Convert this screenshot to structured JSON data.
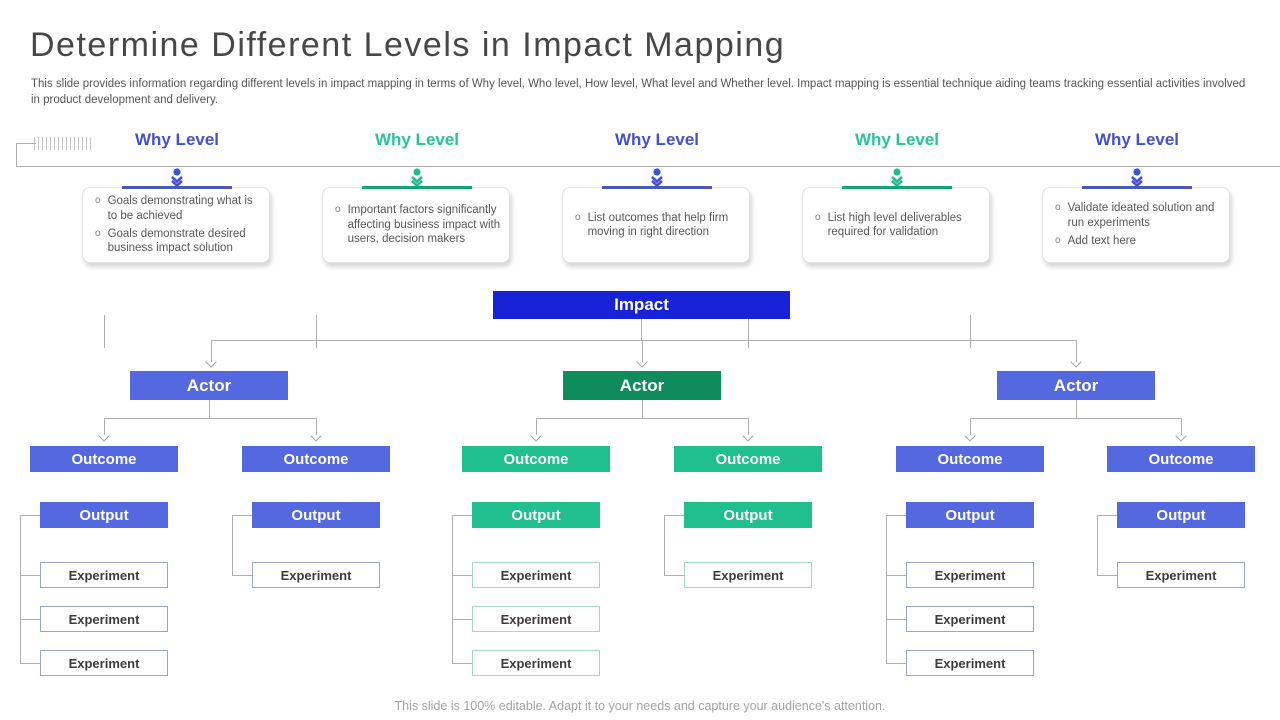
{
  "slide": {
    "title": "Determine Different Levels in Impact Mapping",
    "subtitle": "This slide provides information regarding different levels in impact mapping in terms of Why level, Who level, How level, What level and Whether level. Impact mapping is essential technique aiding teams tracking essential activities involved in product development and delivery.",
    "footer": "This slide is 100% editable. Adapt it to your needs and capture your audience's attention."
  },
  "ui": {
    "bullet_char": "o"
  },
  "colors": {
    "impact_blue": "#1823d8",
    "node_blue": "#5468e0",
    "node_green": "#1fbf8e",
    "actor_dark_green": "#0e8c5c",
    "heading_blue": "#4353cd",
    "heading_green": "#29c495",
    "accent_blue": "#4a5cb0",
    "accent_green": "#17a178"
  },
  "why_levels": [
    {
      "label": "Why Level",
      "theme": "blue",
      "bullets": [
        "Goals demonstrating what is to be achieved",
        "Goals demonstrate desired business impact solution"
      ]
    },
    {
      "label": "Why Level",
      "theme": "green",
      "bullets": [
        "Important factors significantly affecting business impact with users, decision makers"
      ]
    },
    {
      "label": "Why Level",
      "theme": "blue",
      "bullets": [
        "List outcomes that help firm moving in right direction"
      ]
    },
    {
      "label": "Why Level",
      "theme": "green",
      "bullets": [
        "List high level deliverables required for validation"
      ]
    },
    {
      "label": "Why Level",
      "theme": "blue",
      "bullets": [
        "Validate ideated solution and run experiments",
        "Add text here"
      ]
    }
  ],
  "tree": {
    "impact_label": "Impact",
    "actor_label": "Actor",
    "outcome_label": "Outcome",
    "output_label": "Output",
    "experiment_label": "Experiment",
    "structure": [
      {
        "actor_theme": "blue",
        "outcomes": [
          {
            "theme": "blue",
            "experiment_count": 3
          },
          {
            "theme": "blue",
            "experiment_count": 1
          }
        ]
      },
      {
        "actor_theme": "dark-green",
        "outcomes": [
          {
            "theme": "green",
            "experiment_count": 3
          },
          {
            "theme": "green",
            "experiment_count": 1
          }
        ]
      },
      {
        "actor_theme": "blue",
        "outcomes": [
          {
            "theme": "blue",
            "experiment_count": 3
          },
          {
            "theme": "blue",
            "experiment_count": 1
          }
        ]
      }
    ]
  }
}
